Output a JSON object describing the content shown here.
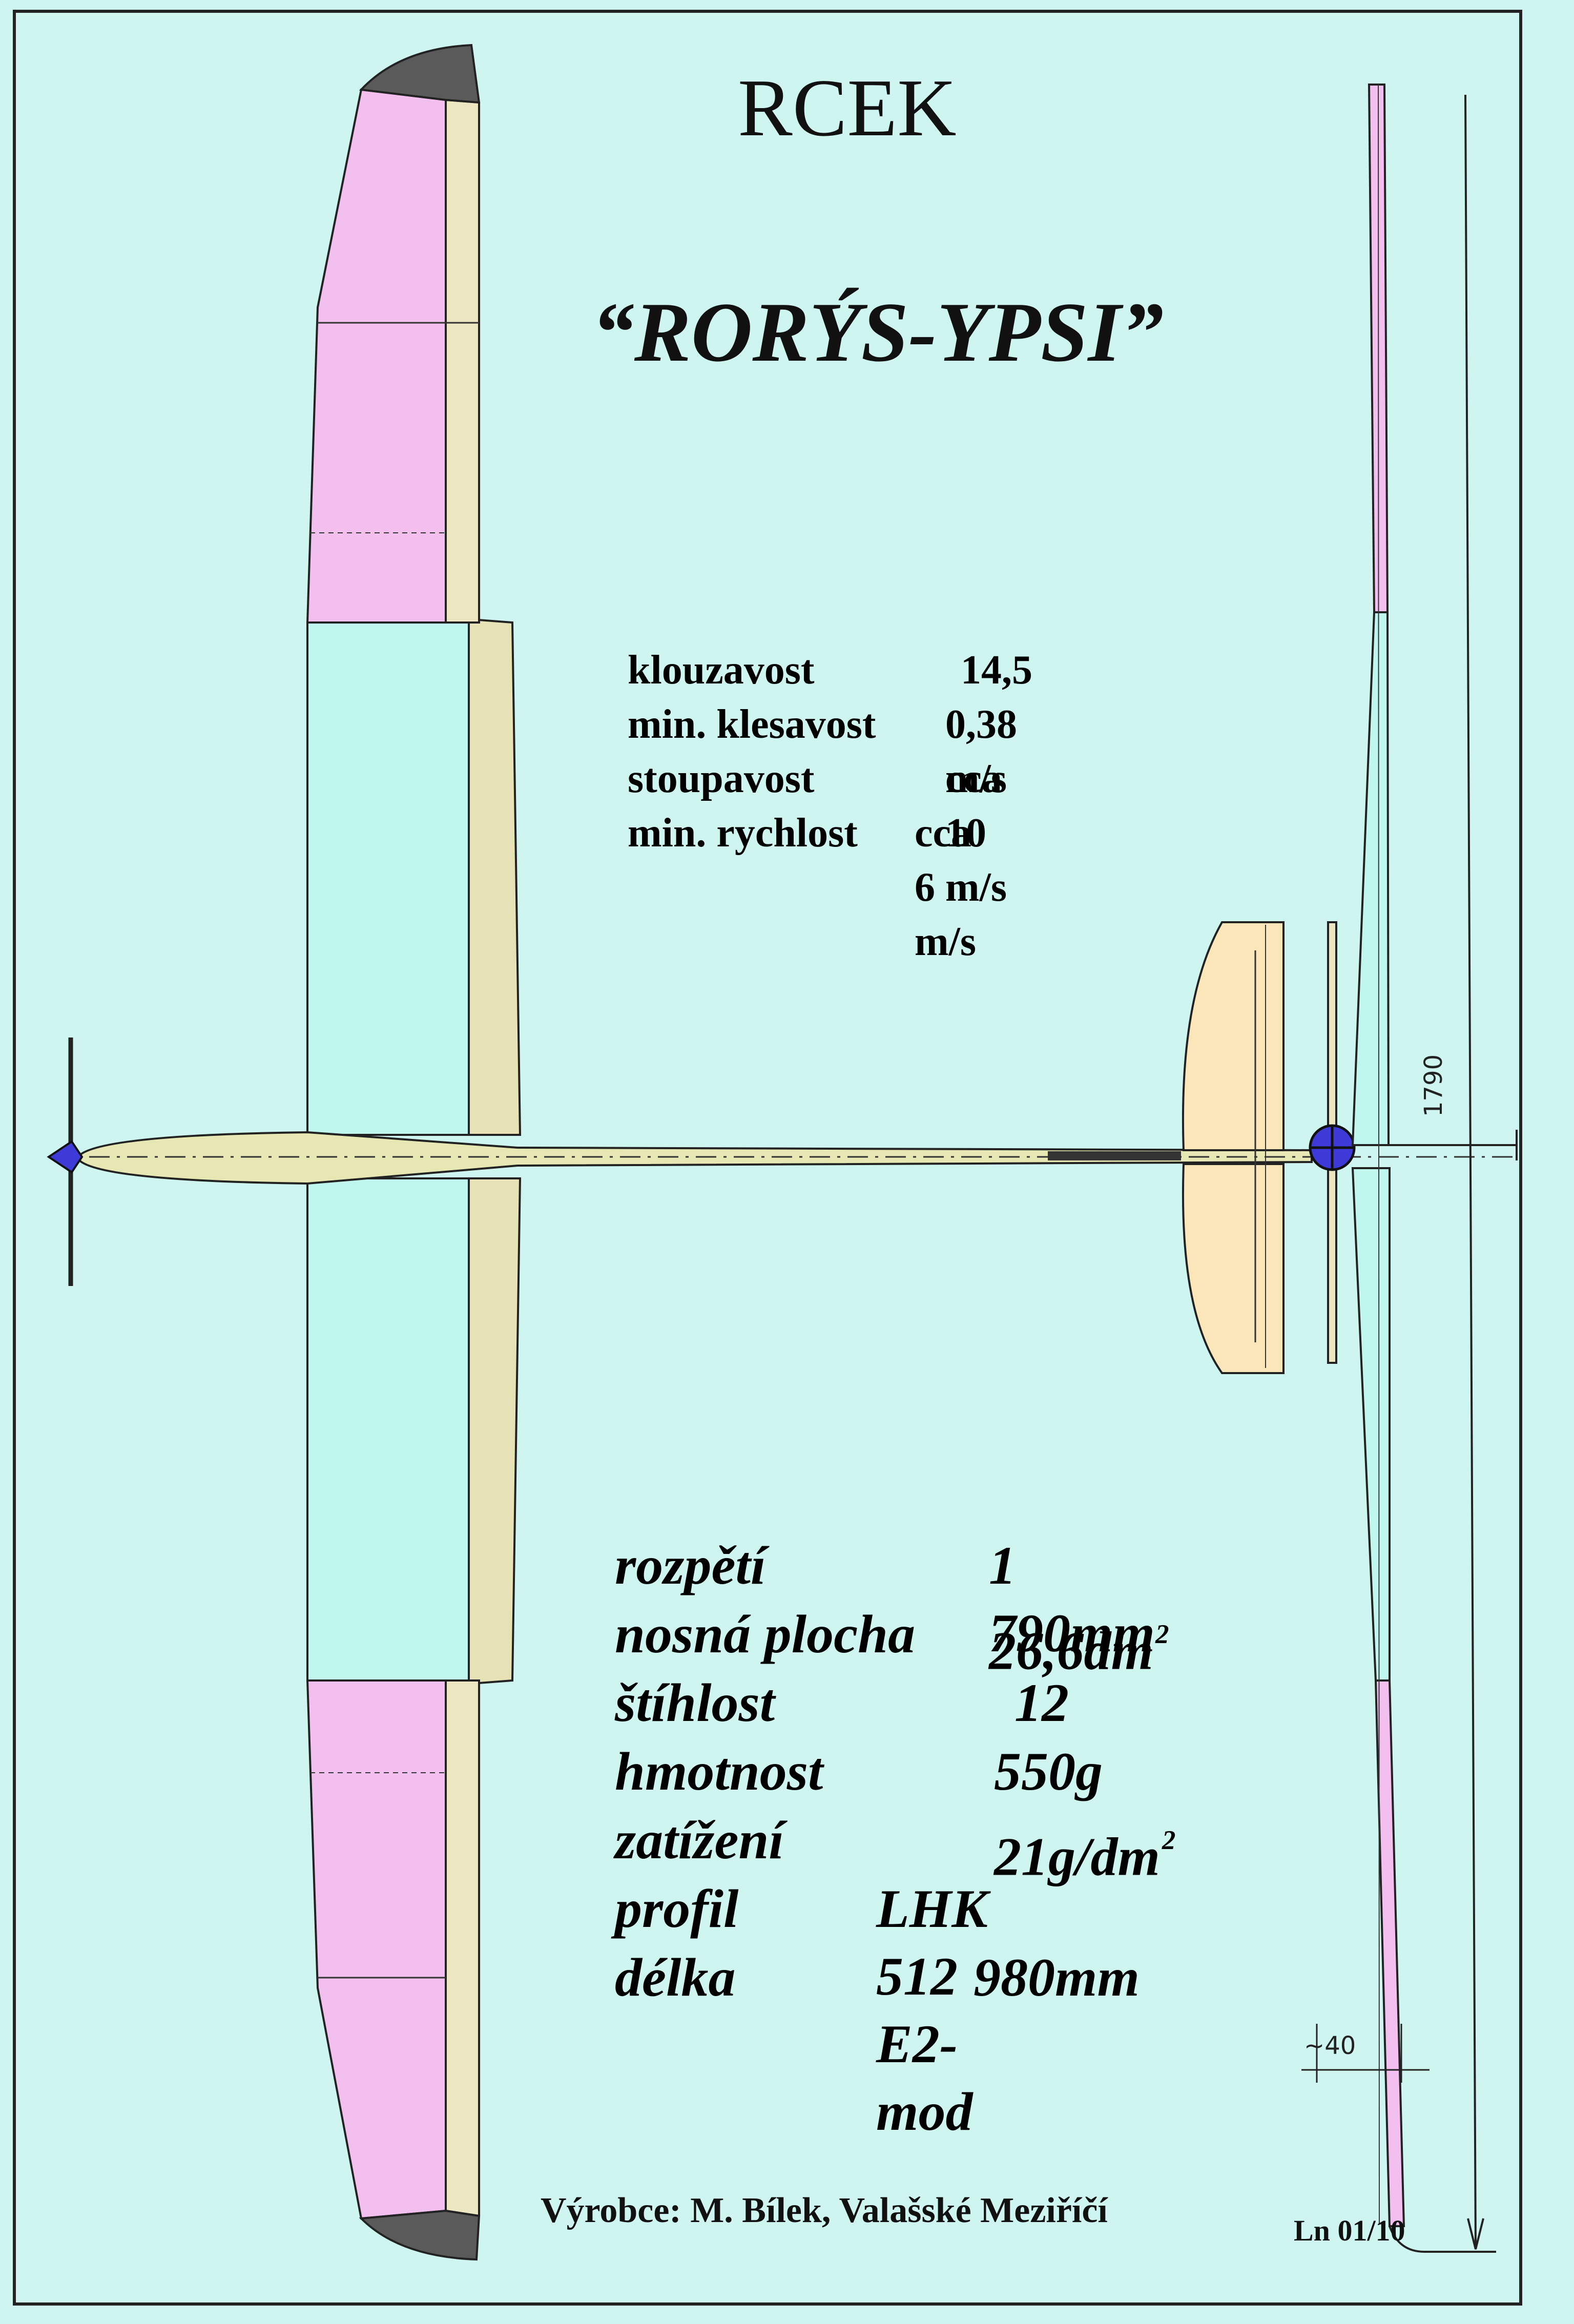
{
  "header": {
    "brand": "RCEK",
    "model_name": "“RORÝS-YPSI”"
  },
  "performance": [
    {
      "label": "klouzavost",
      "value": "14,5"
    },
    {
      "label": "min. klesavost",
      "value": "0,38 m/s"
    },
    {
      "label": "stoupavost",
      "value": "cca 10 m/s"
    },
    {
      "label": "min. rychlost",
      "value": "cca 6 m/s"
    }
  ],
  "specifications": [
    {
      "label": "rozpětí",
      "value": "1 790mm",
      "unit_power": ""
    },
    {
      "label": "nosná plocha",
      "value": "26,6dm",
      "unit_power": "2"
    },
    {
      "label": "štíhlost",
      "value": "12",
      "unit_power": ""
    },
    {
      "label": "hmotnost",
      "value": "550g",
      "unit_power": ""
    },
    {
      "label": "zatížení",
      "value": "21g/dm",
      "unit_power": "2"
    },
    {
      "label": "profil",
      "value": "LHK 512 E2-mod",
      "unit_power": ""
    },
    {
      "label": "délka",
      "value": "980mm",
      "unit_power": ""
    }
  ],
  "dimensions": {
    "span": "1790",
    "dihedral": "~40"
  },
  "footer": {
    "maker": "Výrobce: M. Bílek, Valašské Meziříčí",
    "sheet": "Ln 01/10"
  },
  "colors": {
    "background": "#cff5f1",
    "wing_tip_panel": "#f2bfee",
    "wing_center_panel": "#bff7ee",
    "trailing_edge": "#ede6c2",
    "fuselage": "#e6e7b2",
    "tailplane": "#fae6b8",
    "tip_cap": "#5a5a5a",
    "spinner": "#3d3ad8"
  }
}
